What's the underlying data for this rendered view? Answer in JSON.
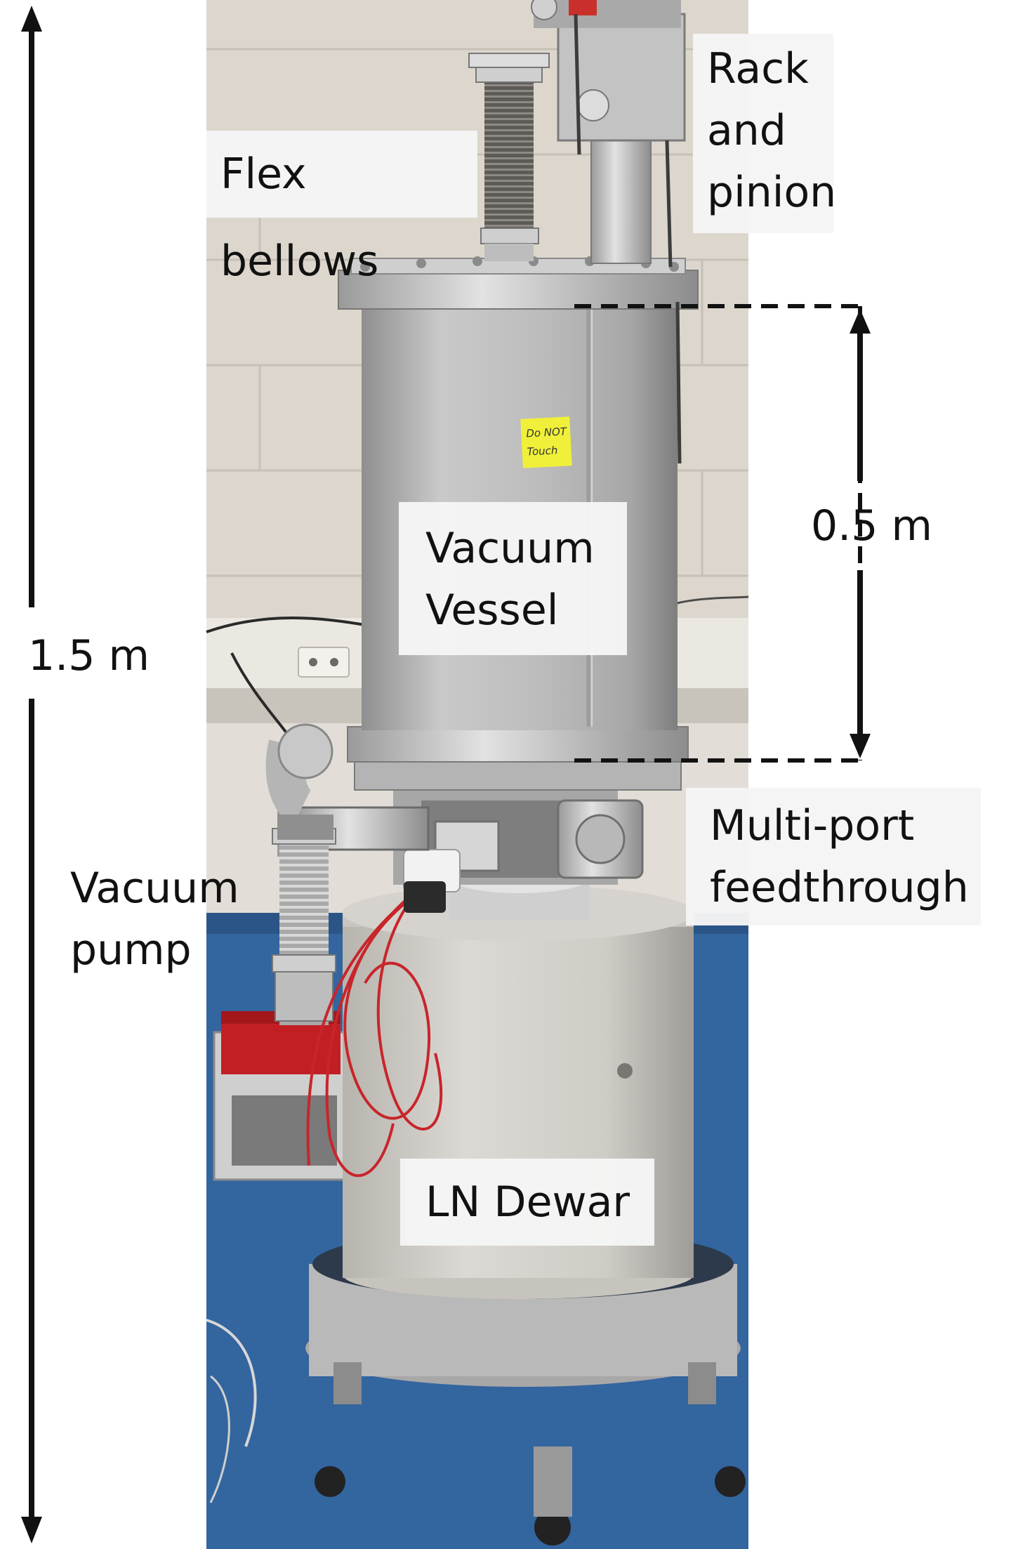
{
  "labels": {
    "flex_bellows": "Flex bellows",
    "rack_and_pinion": "Rack\nand\npinion",
    "vacuum_vessel": "Vacuum\nVessel",
    "vessel_height": "0.5 m",
    "total_height": "1.5 m",
    "multi_port_feedthrough": "Multi-port\nfeedthrough",
    "vacuum_pump": "Vacuum\npump",
    "ln_dewar": "LN Dewar"
  },
  "sticky_note": {
    "line1": "Do NOT",
    "line2": "Touch"
  },
  "colors": {
    "wall": "#dcd6cd",
    "floor": "#2e5f9a",
    "steel": "#b9b9b9",
    "dewar": "#d2cfca",
    "pump_red": "#c21f24",
    "sticky_note": "#f0f03a",
    "wire_red": "#c8252a"
  }
}
